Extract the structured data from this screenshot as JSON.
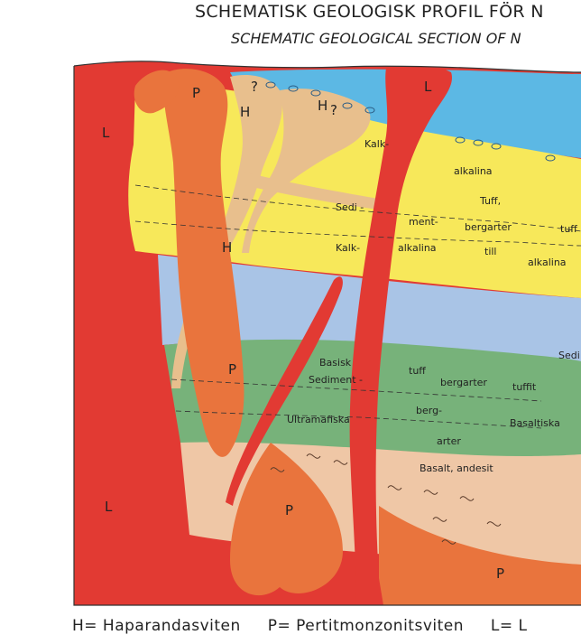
{
  "header": {
    "title": "SCHEMATISK GEOLOGISK PROFIL FÖR N",
    "subtitle": "SCHEMATIC GEOLOGICAL SECTION OF N"
  },
  "legend": {
    "h": "H= Haparandasviten",
    "p": "P= Pertitmonzonitsviten",
    "l": "L= L"
  },
  "unit_labels": {
    "l_left": "L",
    "l_bottom": "L",
    "l_top": "L",
    "p_top": "P",
    "p_mid": "P",
    "p_bottom": "P",
    "p_bottom_right": "P",
    "h_top": "H",
    "h_upper": "H",
    "h_mid": "H",
    "q1": "?",
    "q2": "?"
  },
  "rock_labels": {
    "kalk_1": "Kalk-",
    "alkalina_1": "alkalina",
    "tuff_comma": "Tuff,",
    "sedi": "Sedi -",
    "ment": "ment-",
    "bergarter_1": "bergarter",
    "tuff_right": "tuff",
    "kalk_2": "Kalk-",
    "alkalina_2": "alkalina",
    "till": "till",
    "alkalina_3": "alkalina",
    "basisk": "Basisk",
    "sediment": "Sediment -",
    "tuff_2": "tuff",
    "bergarter_2": "bergarter",
    "tuffit": "tuffit",
    "sedi_right": "Sedi",
    "ultramafiska": "Ultramafiska",
    "berg": "berg-",
    "basaltiska": "Basaltiska",
    "arter": "arter",
    "basalt_andesit": "Basalt, andesit"
  },
  "colors": {
    "granite_red": "#e23a33",
    "pertite_orange": "#e9743d",
    "haparanda_tan": "#e8bf8d",
    "yellow_layer": "#f7e85a",
    "blue_layer": "#a9c4e6",
    "top_blue": "#5cb8e4",
    "green_layer": "#77b27a",
    "peach_layer": "#efc7a6"
  }
}
